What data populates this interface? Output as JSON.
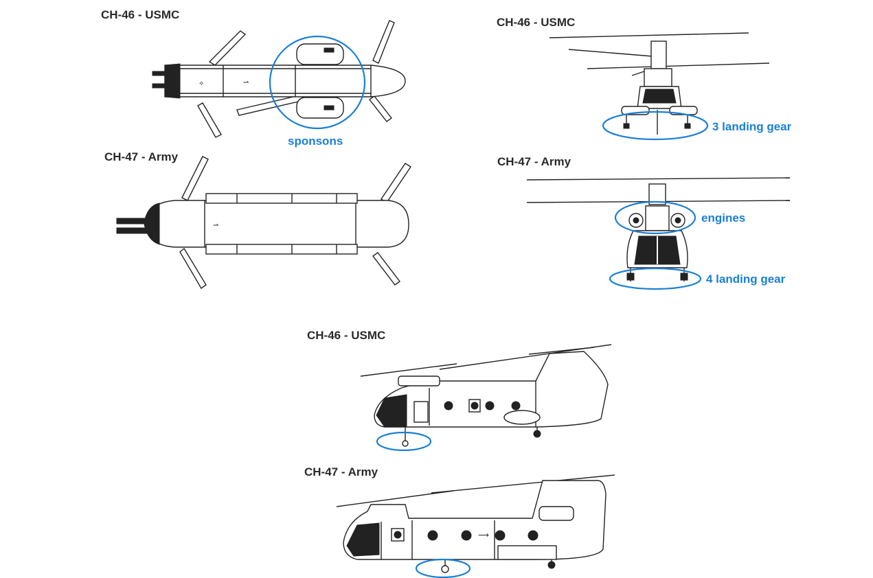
{
  "labels": {
    "top_ch46": "CH-46 - USMC",
    "top_ch47": "CH-47 - Army",
    "front_ch46": "CH-46 - USMC",
    "front_ch47": "CH-47 - Army",
    "side_ch46": "CH-46 - USMC",
    "side_ch47": "CH-47 - Army"
  },
  "annotations": {
    "sponsons": "sponsons",
    "three_landing_gear": "3 landing gear",
    "engines": "engines",
    "four_landing_gear": "4 landing gear"
  },
  "colors": {
    "annotation": "#1a7fd6",
    "label": "#2a2a2a",
    "drawing": "#222222"
  }
}
